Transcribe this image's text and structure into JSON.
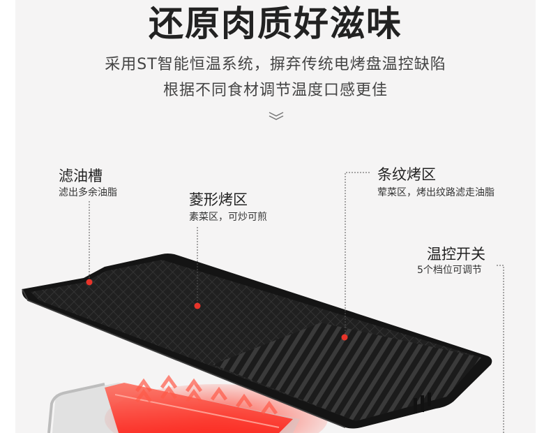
{
  "header": {
    "title": "还原肉质好滋味",
    "subtitle_line1": "采用ST智能恒温系统，摒弃传统电烤盘温控缺陷",
    "subtitle_line2": "根据不同食材调节温度口感更佳"
  },
  "callouts": {
    "oil_groove": {
      "label": "滤油槽",
      "desc": "滤出多余油脂"
    },
    "diamond_zone": {
      "label": "菱形烤区",
      "desc": "素菜区，可炒可煎"
    },
    "stripe_zone": {
      "label": "条纹烤区",
      "desc": "荤菜区，烤出纹路滤走油脂"
    },
    "temp_switch": {
      "label": "温控开关",
      "desc": "5个档位可调节"
    }
  },
  "colors": {
    "marker": "#e8342a",
    "heat": "#ff3b2f",
    "plate": "#1a1a1a"
  },
  "icons": [
    "chevron-double-down-icon"
  ]
}
